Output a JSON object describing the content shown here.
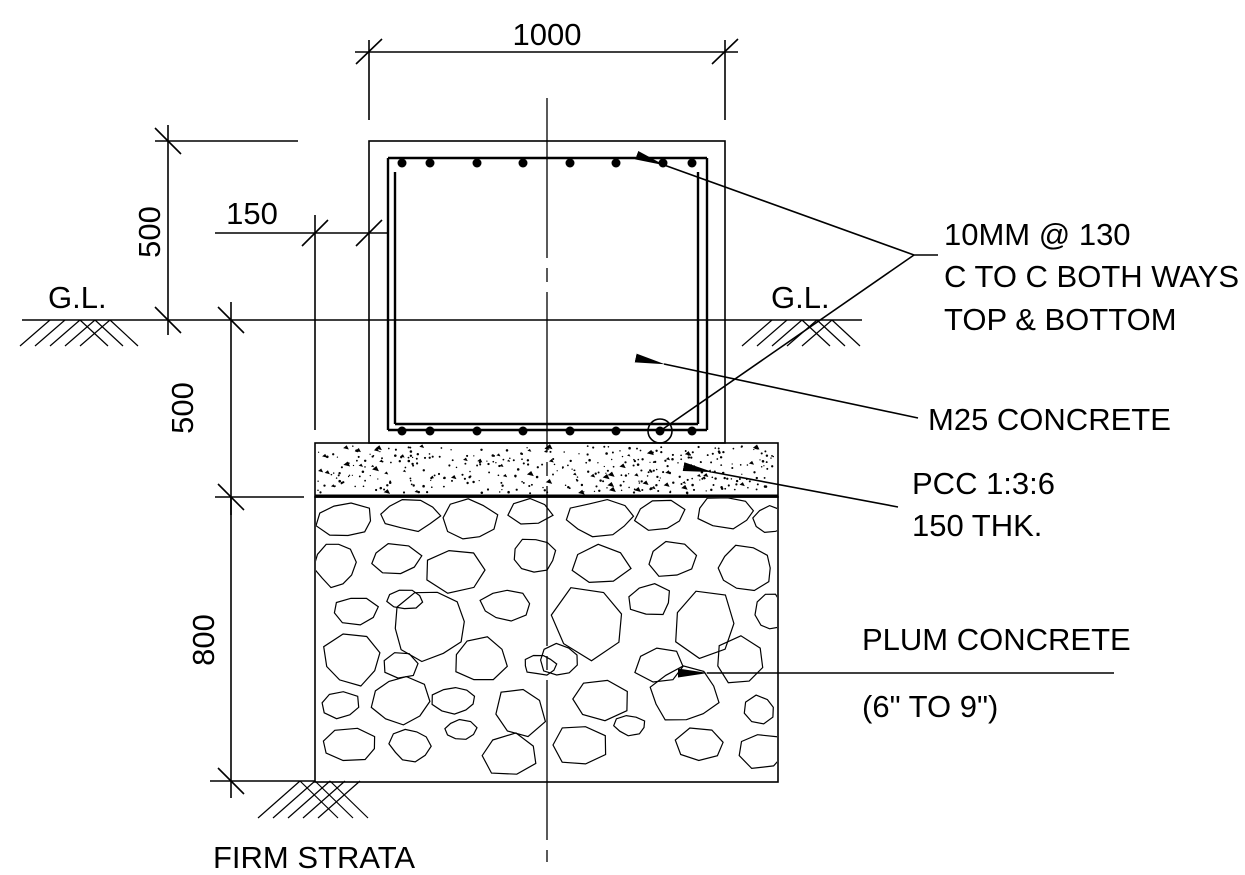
{
  "dimensions": {
    "width_top": "1000",
    "height_above_gl": "500",
    "cover_offset": "150",
    "depth_below_gl": "500",
    "plum_depth": "800"
  },
  "labels": {
    "gl_left": "G.L.",
    "gl_right": "G.L.",
    "rebar_line1": "10MM @ 130",
    "rebar_line2": "C TO C BOTH WAYS",
    "rebar_line3": "TOP & BOTTOM",
    "m25": "M25 CONCRETE",
    "pcc_line1": "PCC 1:3:6",
    "pcc_line2": "150 THK.",
    "plum_line1": "PLUM CONCRETE",
    "plum_line2": "(6\" TO 9\")",
    "firm_strata": "FIRM STRATA"
  }
}
